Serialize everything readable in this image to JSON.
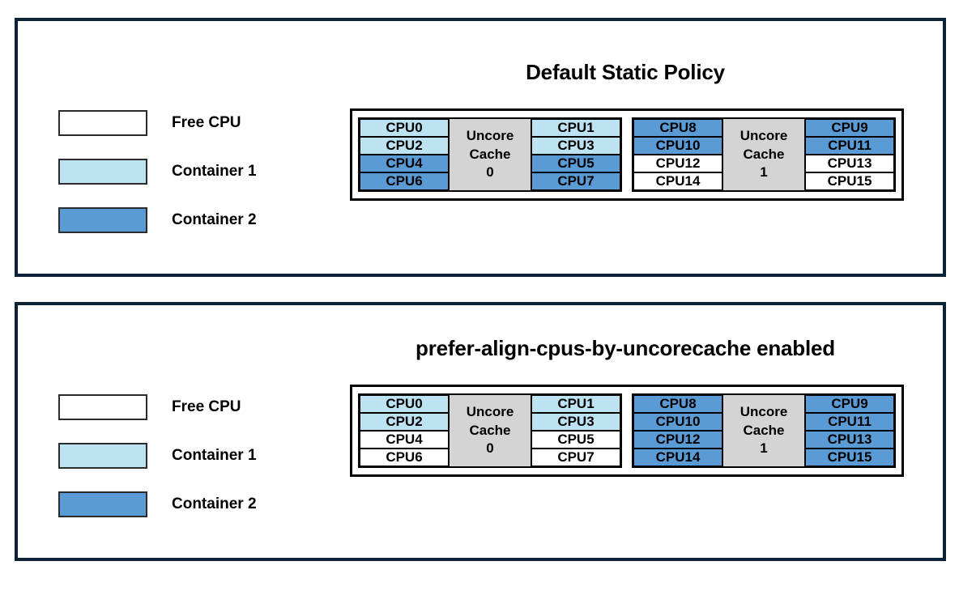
{
  "colors": {
    "free": "#ffffff",
    "container1": "#bde3f2",
    "container2": "#5b9bd5",
    "cache": "#d4d4d4",
    "panel_border": "#0b2237",
    "cell_border": "#000000"
  },
  "legend": {
    "items": [
      {
        "label": "Free CPU",
        "color": "#ffffff"
      },
      {
        "label": "Container 1",
        "color": "#bde3f2"
      },
      {
        "label": "Container 2",
        "color": "#5b9bd5"
      }
    ]
  },
  "panels": [
    {
      "id": "default-static-policy",
      "title": "Default Static Policy",
      "groups": [
        {
          "cache_label_line1": "Uncore",
          "cache_label_line2": "Cache",
          "cache_label_line3": "0",
          "left_column": [
            {
              "label": "CPU0",
              "state": "container1"
            },
            {
              "label": "CPU2",
              "state": "container1"
            },
            {
              "label": "CPU4",
              "state": "container2"
            },
            {
              "label": "CPU6",
              "state": "container2"
            }
          ],
          "right_column": [
            {
              "label": "CPU1",
              "state": "container1"
            },
            {
              "label": "CPU3",
              "state": "container1"
            },
            {
              "label": "CPU5",
              "state": "container2"
            },
            {
              "label": "CPU7",
              "state": "container2"
            }
          ]
        },
        {
          "cache_label_line1": "Uncore",
          "cache_label_line2": "Cache",
          "cache_label_line3": "1",
          "left_column": [
            {
              "label": "CPU8",
              "state": "container2"
            },
            {
              "label": "CPU10",
              "state": "container2"
            },
            {
              "label": "CPU12",
              "state": "free"
            },
            {
              "label": "CPU14",
              "state": "free"
            }
          ],
          "right_column": [
            {
              "label": "CPU9",
              "state": "container2"
            },
            {
              "label": "CPU11",
              "state": "container2"
            },
            {
              "label": "CPU13",
              "state": "free"
            },
            {
              "label": "CPU15",
              "state": "free"
            }
          ]
        }
      ]
    },
    {
      "id": "prefer-align-enabled",
      "title": "prefer-align-cpus-by-uncorecache enabled",
      "groups": [
        {
          "cache_label_line1": "Uncore",
          "cache_label_line2": "Cache",
          "cache_label_line3": "0",
          "left_column": [
            {
              "label": "CPU0",
              "state": "container1"
            },
            {
              "label": "CPU2",
              "state": "container1"
            },
            {
              "label": "CPU4",
              "state": "free"
            },
            {
              "label": "CPU6",
              "state": "free"
            }
          ],
          "right_column": [
            {
              "label": "CPU1",
              "state": "container1"
            },
            {
              "label": "CPU3",
              "state": "container1"
            },
            {
              "label": "CPU5",
              "state": "free"
            },
            {
              "label": "CPU7",
              "state": "free"
            }
          ]
        },
        {
          "cache_label_line1": "Uncore",
          "cache_label_line2": "Cache",
          "cache_label_line3": "1",
          "left_column": [
            {
              "label": "CPU8",
              "state": "container2"
            },
            {
              "label": "CPU10",
              "state": "container2"
            },
            {
              "label": "CPU12",
              "state": "container2"
            },
            {
              "label": "CPU14",
              "state": "container2"
            }
          ],
          "right_column": [
            {
              "label": "CPU9",
              "state": "container2"
            },
            {
              "label": "CPU11",
              "state": "container2"
            },
            {
              "label": "CPU13",
              "state": "container2"
            },
            {
              "label": "CPU15",
              "state": "container2"
            }
          ]
        }
      ]
    }
  ]
}
